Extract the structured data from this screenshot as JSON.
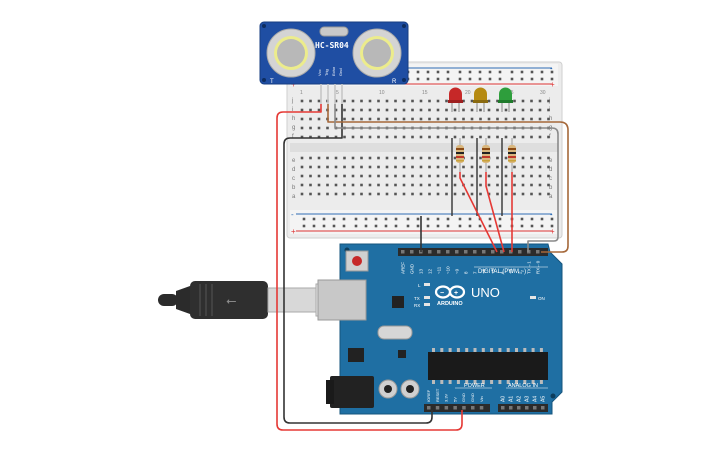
{
  "sensor": {
    "model": "HC-SR04",
    "left_mark": "T",
    "right_mark": "R",
    "pins": [
      "Vcc",
      "Trig",
      "Echo",
      "Gnd"
    ]
  },
  "breadboard": {
    "row_letters_top": [
      "j",
      "i",
      "h",
      "g",
      "f"
    ],
    "row_letters_bottom": [
      "e",
      "d",
      "c",
      "b",
      "a"
    ],
    "rail_plus": "+",
    "rail_minus": "-",
    "column_numbers": [
      "1",
      "5",
      "10",
      "15",
      "20",
      "25",
      "30"
    ]
  },
  "leds": [
    {
      "color": "red",
      "hex": "#c62828"
    },
    {
      "color": "yellow",
      "hex": "#b58a12"
    },
    {
      "color": "green",
      "hex": "#2e9e3c"
    }
  ],
  "arduino": {
    "board_color": "#1f6fa3",
    "logo_text": "ARDUINO",
    "model_text": "UNO",
    "on_label": "ON",
    "l_label": "L",
    "tx_label": "TX",
    "rx_label": "RX",
    "digital_label": "DIGITAL (PWM ~)",
    "power_label": "POWER",
    "analog_label": "ANALOG IN",
    "digital_pins": [
      "AREF",
      "GND",
      "13",
      "12",
      "~11",
      "~10",
      "~9",
      "8",
      "7",
      "~6",
      "~5",
      "4",
      "~3",
      "2",
      "TX→1",
      "RX←0"
    ],
    "power_pins": [
      "IOREF",
      "RESET",
      "3.3V",
      "5V",
      "GND",
      "GND",
      "Vin"
    ],
    "analog_pins": [
      "A0",
      "A1",
      "A2",
      "A3",
      "A4",
      "A5"
    ]
  },
  "wires": {
    "red": "#e53935",
    "black": "#333333",
    "brown": "#a5683a",
    "gray": "#8a8a8a"
  }
}
